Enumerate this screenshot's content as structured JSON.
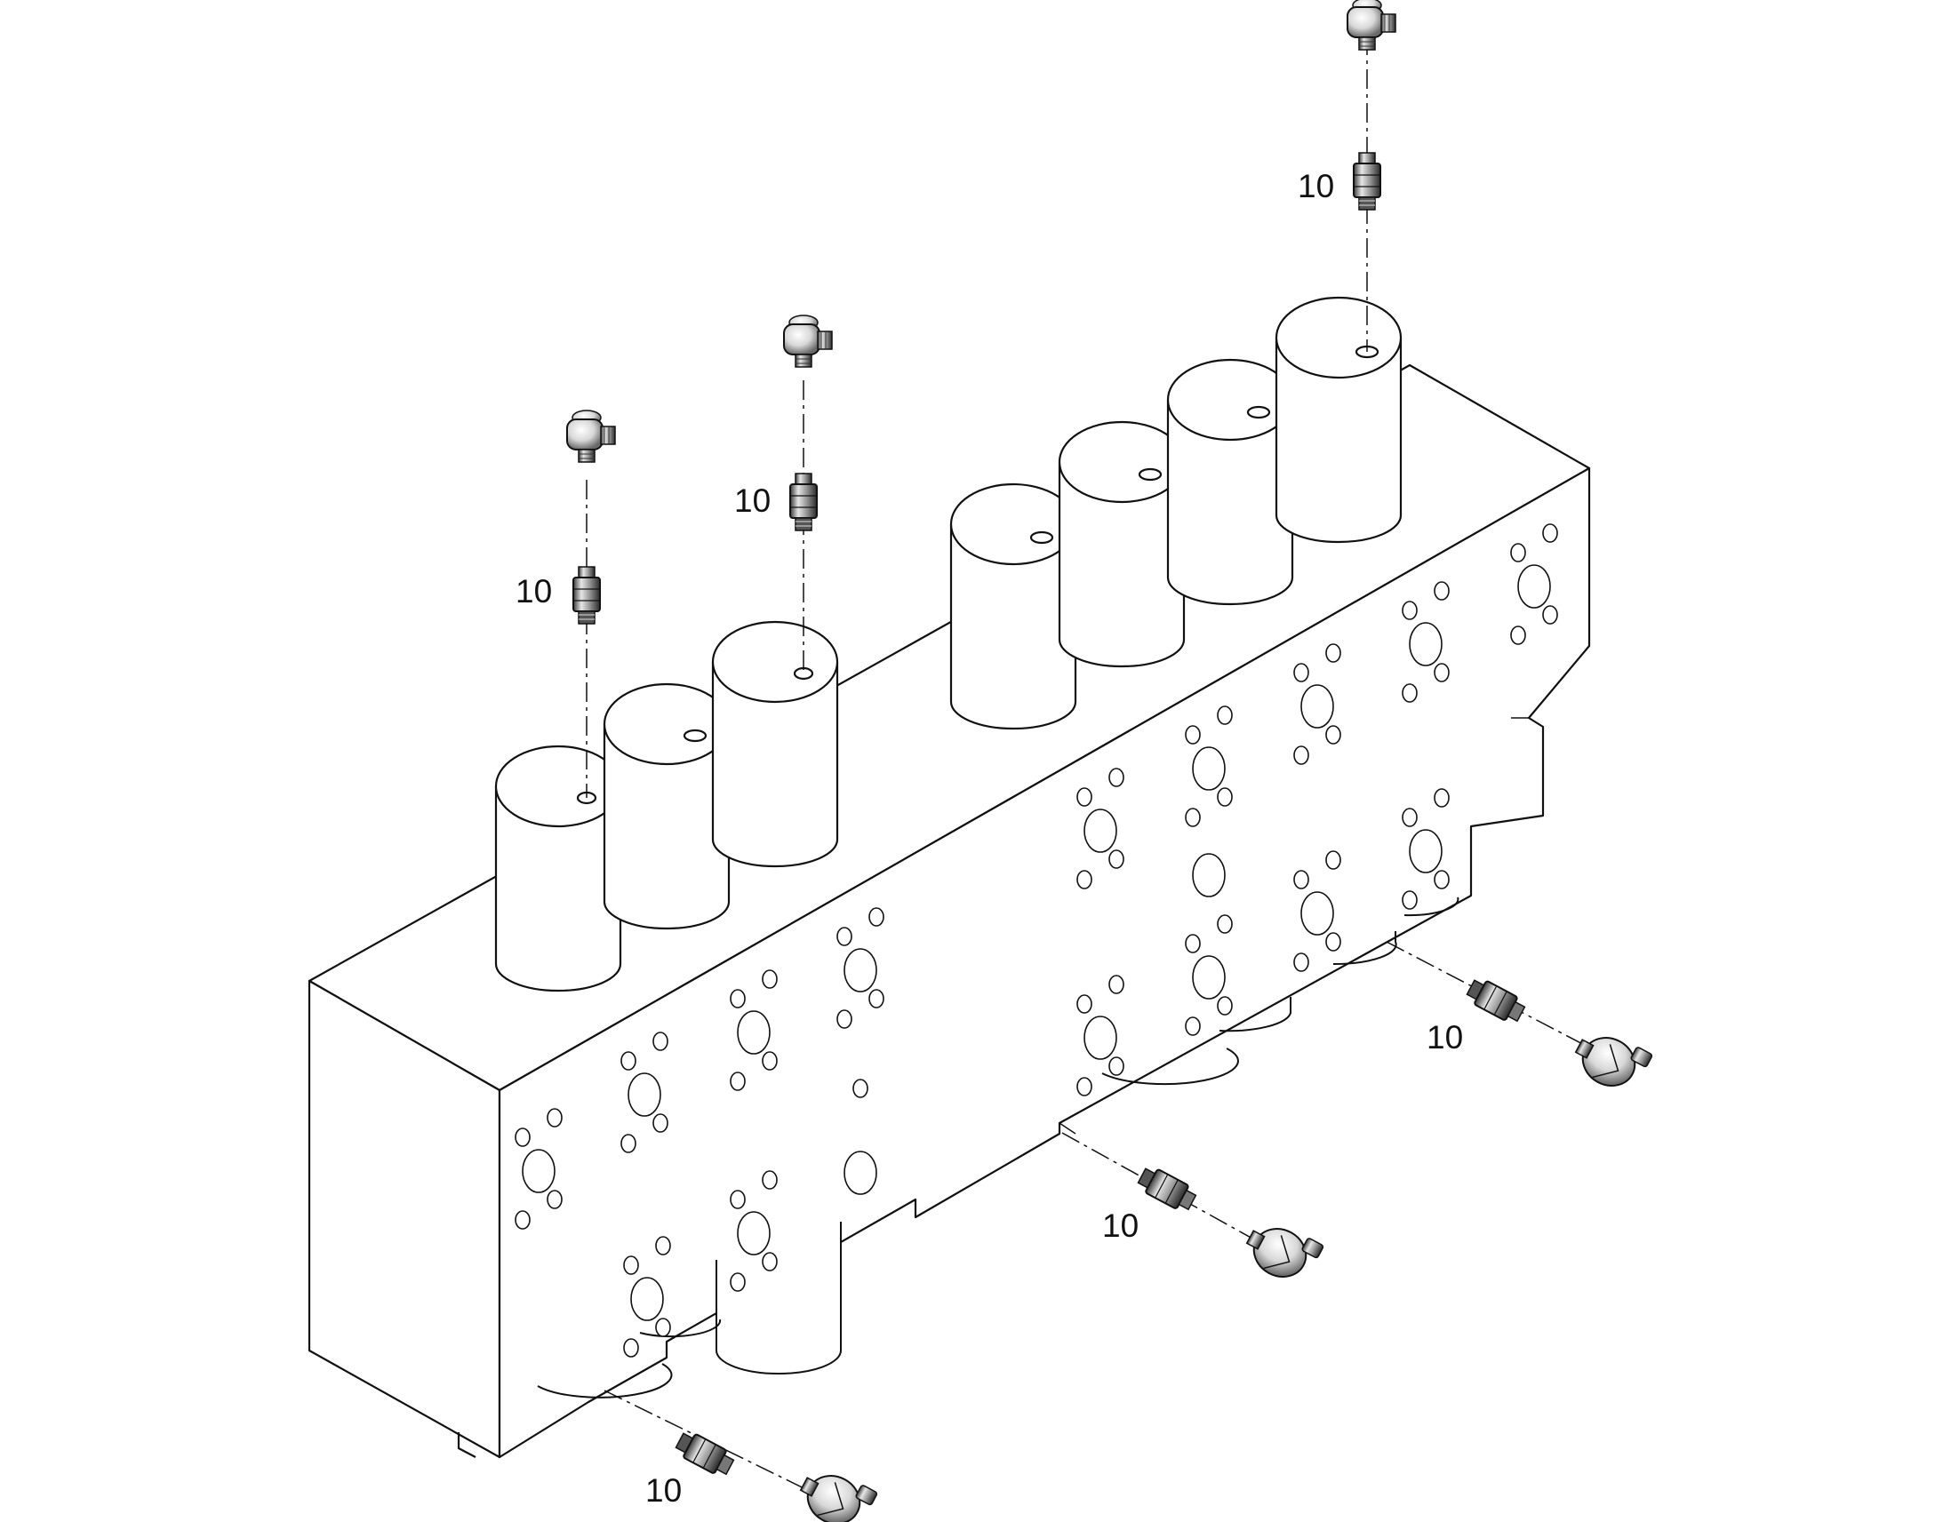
{
  "diagram": {
    "callouts": [
      {
        "id": "callout-1",
        "text": "10"
      },
      {
        "id": "callout-2",
        "text": "10"
      },
      {
        "id": "callout-3",
        "text": "10"
      },
      {
        "id": "callout-4",
        "text": "10"
      },
      {
        "id": "callout-5",
        "text": "10"
      },
      {
        "id": "callout-6",
        "text": "10"
      }
    ],
    "line_color": "#111111",
    "fill_color": "#ffffff"
  }
}
